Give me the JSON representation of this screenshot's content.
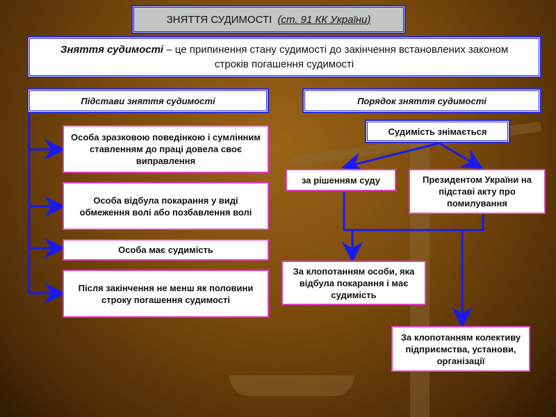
{
  "title": {
    "main": "ЗНЯТТЯ СУДИМОСТІ ",
    "ref": "(ст. 91 КК України)"
  },
  "definition": {
    "term": "Зняття судимості",
    "text": " – це припинення стану судимості до закінчення встановлених законом строків погашення судимості"
  },
  "left": {
    "header": "Підстави зняття судимості",
    "items": [
      "Особа зразковою поведінкою і сумлінним ставленням до праці довела своє виправлення",
      "Особа відбула покарання у виді обмеження волі або позбавлення волі",
      "Особа має судимість",
      "Після закінчення не менш як половини строку погашення судимості"
    ]
  },
  "right": {
    "header": "Порядок зняття судимості",
    "root": "Судимість знімається",
    "court": "за рішенням суду",
    "president": "Президентом України на підставі акту про помилування",
    "person": "За клопотанням особи, яка відбула покарання і має судимість",
    "collective": "За клопотанням колективу підприємства, установи, організації"
  },
  "colors": {
    "line": "#1a1aee",
    "pink": "#e040c0",
    "bg": "#7a4a0c"
  }
}
